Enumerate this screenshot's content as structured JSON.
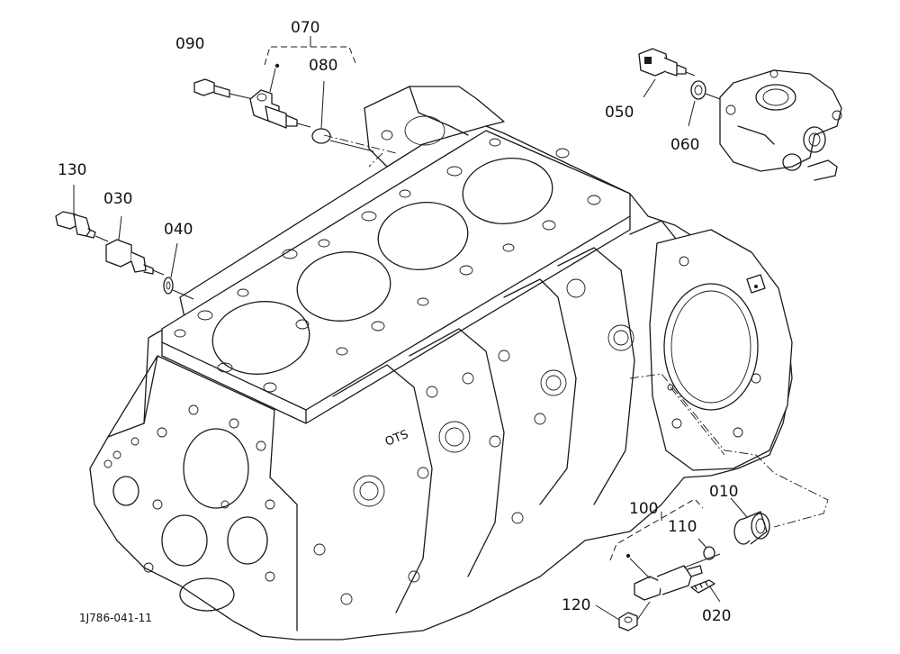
{
  "labels": {
    "p070": "070",
    "p090": "090",
    "p080": "080",
    "p130": "130",
    "p030": "030",
    "p040": "040",
    "p050": "050",
    "p060": "060",
    "p010": "010",
    "p100": "100",
    "p110": "110",
    "p120": "120",
    "p020": "020"
  },
  "block_marking": "OTS",
  "reference_code": "1J786-041-11"
}
